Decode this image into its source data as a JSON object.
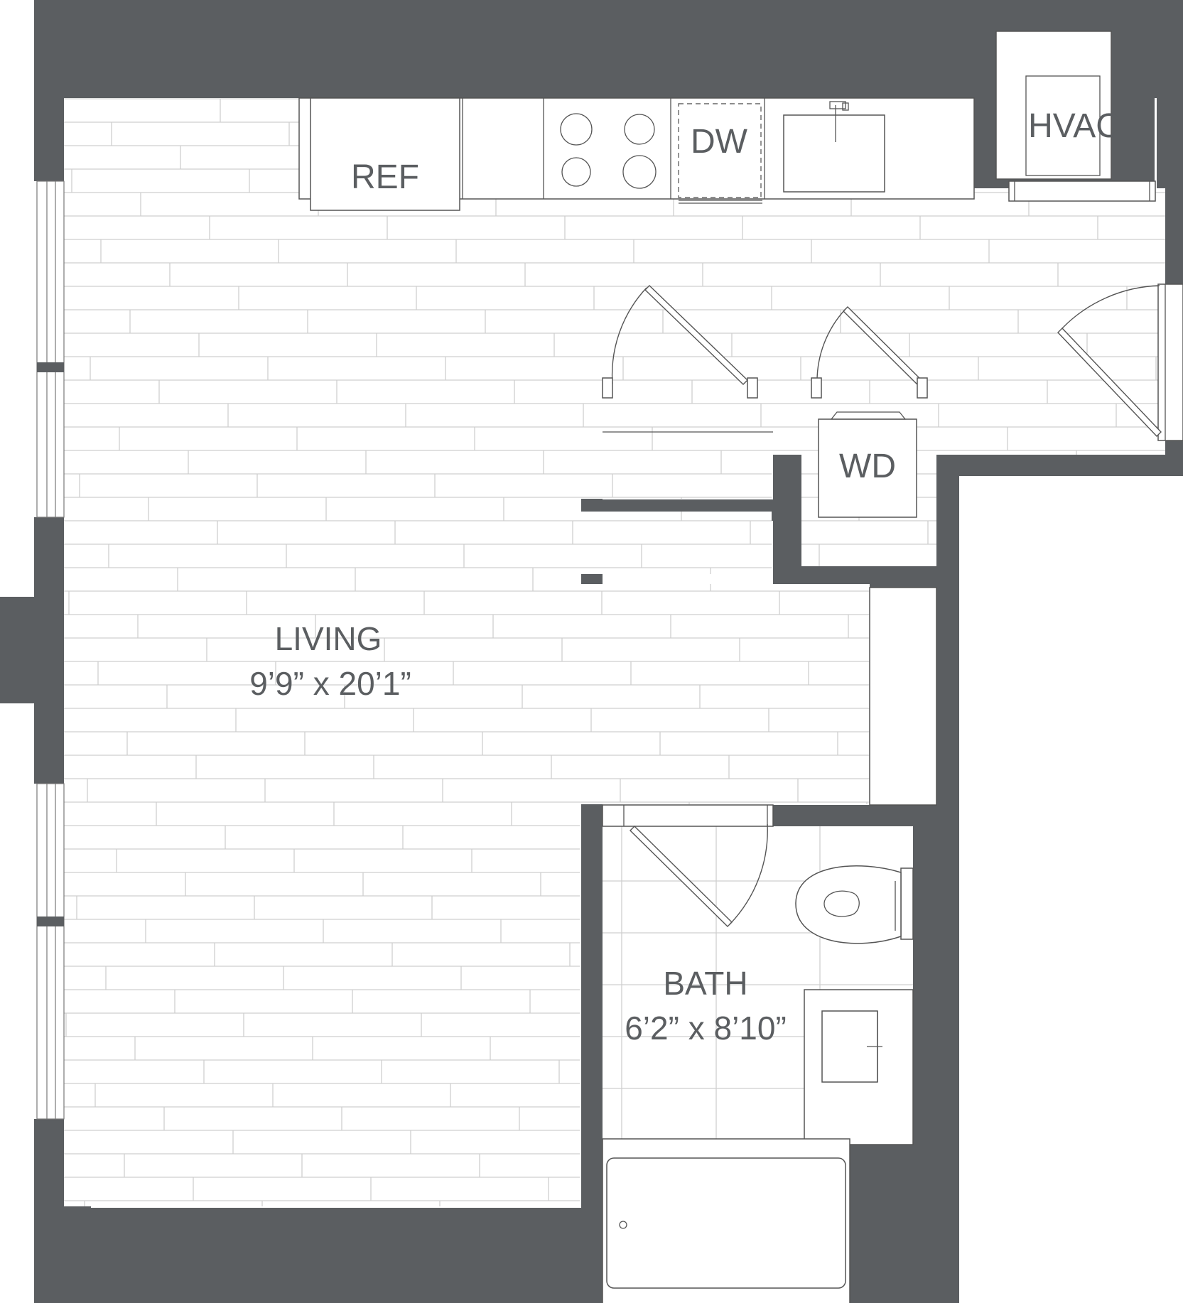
{
  "plan": {
    "rooms": {
      "living": {
        "name": "LIVING",
        "dims": "9’9” x 20’1”"
      },
      "bath": {
        "name": "BATH",
        "dims": "6’2” x 8’10”"
      }
    },
    "appliances": {
      "ref": "REF",
      "dw": "DW",
      "hvac": "HVAC",
      "wd": "WD"
    },
    "colors": {
      "wall": "#5b5e61",
      "floor": "#ffffff",
      "board_lines": "#cfcfcf",
      "fixture_lines": "#555555"
    }
  }
}
